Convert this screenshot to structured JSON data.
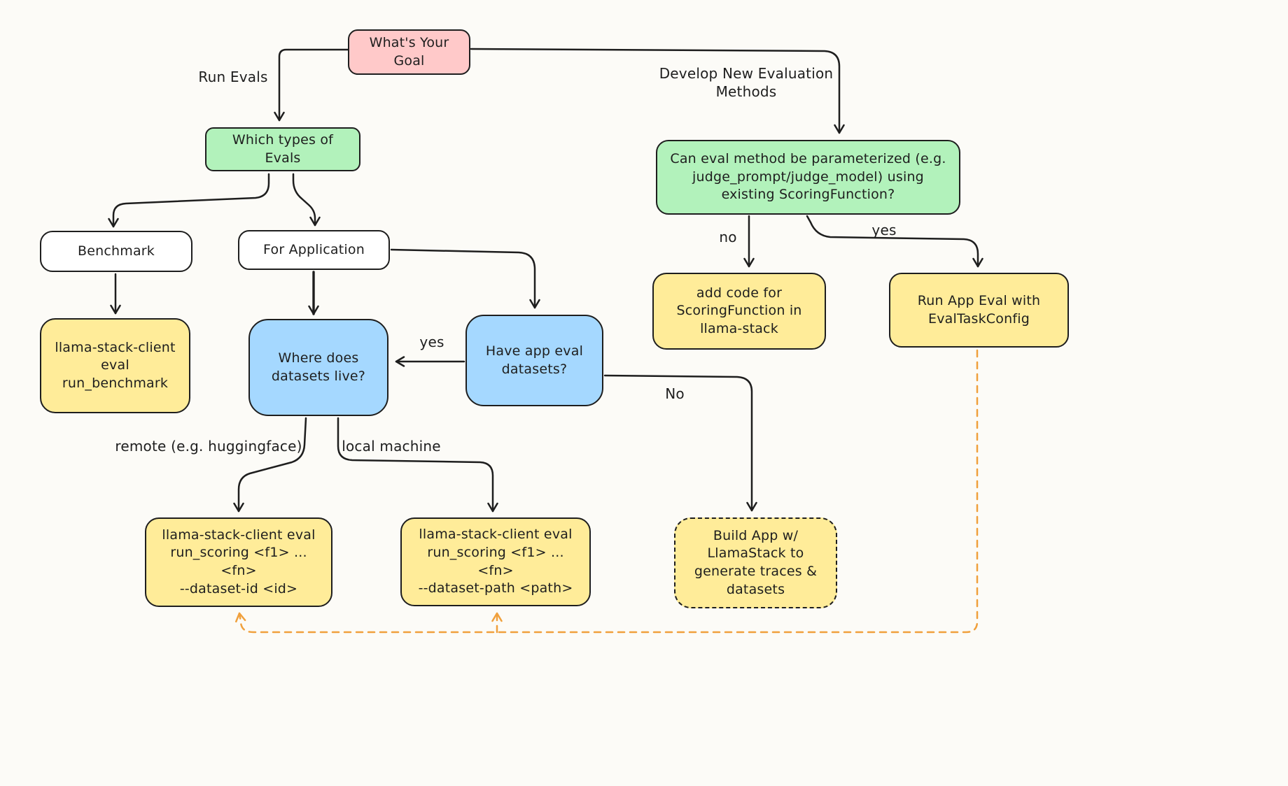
{
  "colors": {
    "background": "#fcfbf7",
    "stroke": "#1e1e1e",
    "pink": "#ffc9c9",
    "green": "#b2f2bb",
    "blue": "#a5d8ff",
    "yellow": "#ffec99",
    "orange_dashed": "#f0a03c"
  },
  "nodes": {
    "goal": {
      "label": "What's Your\nGoal",
      "fill": "#ffc9c9"
    },
    "which_types": {
      "label": "Which types of\nEvals",
      "fill": "#b2f2bb"
    },
    "benchmark": {
      "label": "Benchmark",
      "fill": "#ffffff"
    },
    "for_application": {
      "label": "For Application",
      "fill": "#ffffff"
    },
    "run_benchmark": {
      "label": "llama-stack-client\neval run_benchmark",
      "fill": "#ffec99"
    },
    "where_datasets": {
      "label": "Where does\ndatasets live?",
      "fill": "#a5d8ff"
    },
    "have_datasets": {
      "label": "Have app eval\ndatasets?",
      "fill": "#a5d8ff"
    },
    "run_scoring_id": {
      "label": "llama-stack-client eval\nrun_scoring <f1> ... <fn>\n--dataset-id <id>",
      "fill": "#ffec99"
    },
    "run_scoring_path": {
      "label": "llama-stack-client eval\nrun_scoring <f1> ... <fn>\n--dataset-path <path>",
      "fill": "#ffec99"
    },
    "build_app": {
      "label": "Build App w/\nLlamaStack to\ngenerate traces &\ndatasets",
      "fill": "#ffec99",
      "border": "dashed"
    },
    "param_question": {
      "label": "Can eval method be parameterized (e.g.\njudge_prompt/judge_model) using\nexisting ScoringFunction?",
      "fill": "#b2f2bb"
    },
    "add_code": {
      "label": "add code for\nScoringFunction in\nllama-stack",
      "fill": "#ffec99"
    },
    "run_app_eval": {
      "label": "Run App Eval with\nEvalTaskConfig",
      "fill": "#ffec99"
    }
  },
  "edge_labels": {
    "run_evals": "Run Evals",
    "develop_new": "Develop New Evaluation\nMethods",
    "yes_have": "yes",
    "no_have": "No",
    "remote": "remote (e.g. huggingface)",
    "local": "local machine",
    "no_param": "no",
    "yes_param": "yes"
  }
}
